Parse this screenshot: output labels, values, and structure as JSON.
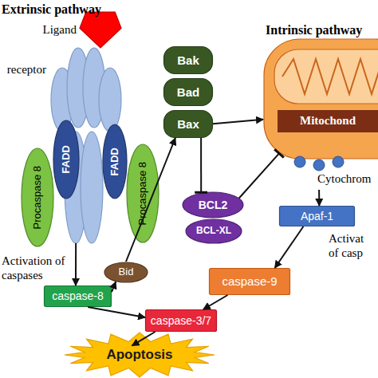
{
  "diagram": {
    "nodes": [
      {
        "text": [
          "Ligand"
        ]
      },
      {
        "text": [
          "receptor"
        ]
      },
      {
        "text": [
          "FADD"
        ]
      },
      {
        "text": [
          "Procaspase 8"
        ]
      },
      {
        "text": [
          "FADD"
        ]
      },
      {
        "text": [
          "Procaspase 8"
        ]
      },
      {
        "text": [
          "Bak"
        ]
      },
      {
        "text": [
          "Bad"
        ]
      },
      {
        "text": [
          "Bax"
        ]
      },
      {
        "text": [
          "Mitochond"
        ]
      },
      {
        "text": [
          "BCL2"
        ]
      },
      {
        "text": [
          "BCL-XL"
        ]
      },
      {
        "text": [
          "Cytochrom"
        ]
      },
      {
        "text": [
          "Apaf-1"
        ]
      },
      {
        "text": [
          "Bid"
        ]
      },
      {
        "text": [
          "caspase-8"
        ]
      },
      {
        "text": [
          "caspase-9"
        ]
      },
      {
        "text": [
          "caspase-3/7"
        ]
      },
      {
        "text": [
          "Apoptosis"
        ]
      }
    ],
    "edges": [
      {
        "from": 1,
        "to": 15,
        "arrow": "to",
        "label": "Activation of caspases"
      },
      {
        "from": 15,
        "to": 14,
        "arrow": "to"
      },
      {
        "from": 14,
        "to": 8,
        "arrow": "to"
      },
      {
        "from": 8,
        "to": 9,
        "arrow": "to"
      },
      {
        "from": 8,
        "to": 10,
        "arrow": "to"
      },
      {
        "from": 10,
        "to": 9,
        "arrow": "to"
      },
      {
        "from": 12,
        "to": 13,
        "arrow": "to"
      },
      {
        "from": 13,
        "to": 16,
        "arrow": "to",
        "label": "Activat of casp"
      },
      {
        "from": 16,
        "to": 17,
        "arrow": "to"
      },
      {
        "from": 15,
        "to": 17,
        "arrow": "to"
      },
      {
        "from": 17,
        "to": 18,
        "arrow": "to"
      }
    ],
    "labels": [
      "Extrinsic pathway",
      "Intrinsic pathway"
    ]
  }
}
